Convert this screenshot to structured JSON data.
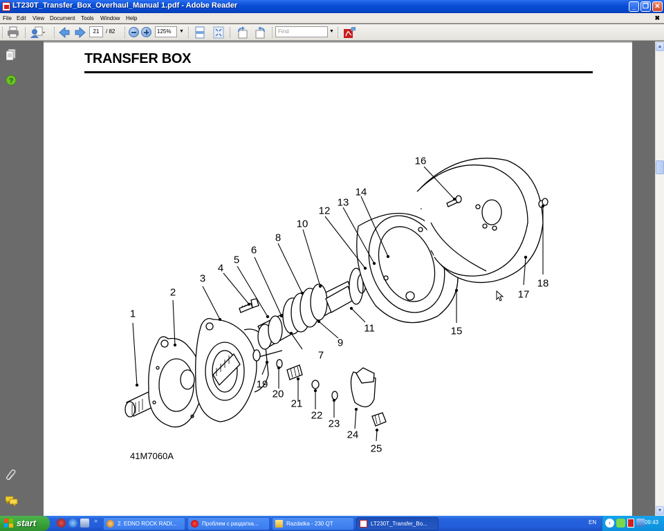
{
  "window": {
    "title": "LT230T_Transfer_Box_Overhaul_Manual 1.pdf - Adobe Reader",
    "buttons": {
      "minimize": "_",
      "restore": "❐",
      "close": "✕"
    }
  },
  "menu": {
    "items": [
      "File",
      "Edit",
      "View",
      "Document",
      "Tools",
      "Window",
      "Help"
    ],
    "doc_close": "✖"
  },
  "toolbar": {
    "current_page": "21",
    "page_count": "/ 82",
    "zoom": "125%",
    "find_placeholder": "Find"
  },
  "left_pane": {
    "icons": [
      "pages-icon",
      "help-icon",
      "attachments-icon",
      "comments-icon"
    ]
  },
  "document": {
    "heading": "TRANSFER BOX",
    "figure_code": "41M7060A",
    "callouts": [
      "1",
      "2",
      "3",
      "4",
      "5",
      "6",
      "7",
      "8",
      "9",
      "10",
      "11",
      "12",
      "13",
      "14",
      "15",
      "16",
      "17",
      "18",
      "19",
      "20",
      "21",
      "22",
      "23",
      "24",
      "25"
    ]
  },
  "taskbar": {
    "start_label": "start",
    "quicklaunch_more": "»",
    "tasks": [
      {
        "label": "2. EDNO ROCK RADI...",
        "icon": "media-player-icon"
      },
      {
        "label": "Проблем с раздатка...",
        "icon": "opera-icon"
      },
      {
        "label": "Razdatka - 230 QT",
        "icon": "folder-icon"
      },
      {
        "label": "LT230T_Transfer_Bo...",
        "icon": "pdf-icon",
        "active": true
      }
    ],
    "language": "EN",
    "clock": "09:43"
  },
  "colors": {
    "titlebar": "#0545c8",
    "taskbar": "#245edb",
    "start_green": "#39a339",
    "tray": "#0d8fdc",
    "viewer_bg": "#6b6b6b"
  }
}
